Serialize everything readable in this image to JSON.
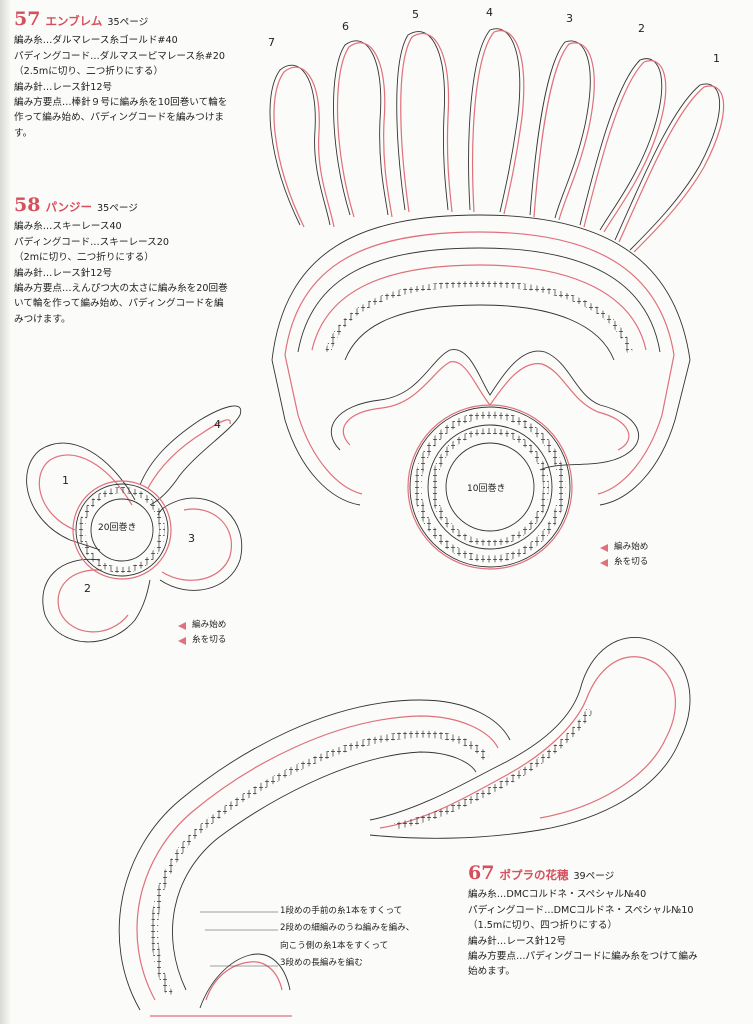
{
  "items": [
    {
      "number": "57",
      "title": "エンブレム",
      "page_ref": "35ページ",
      "lines": [
        "編み糸…ダルマレース糸ゴールド#40",
        "パディングコード…ダルマスーピマレース糸#20",
        "（2.5mに切り、二つ折りにする）",
        "編み針…レース針12号",
        "編み方要点…棒針９号に編み糸を10回巻いて輪を",
        "作って編み始め、パディングコードを編みつけま",
        "す。"
      ]
    },
    {
      "number": "58",
      "title": "パンジー",
      "page_ref": "35ページ",
      "lines": [
        "編み糸…スキーレース40",
        "パディングコード…スキーレース20",
        "（2mに切り、二つ折りにする）",
        "編み針…レース針12号",
        "編み方要点…えんぴつ大の太さに編み糸を20回巻",
        "いて輪を作って編み始め、パディングコードを編",
        "みつけます。"
      ]
    },
    {
      "number": "67",
      "title": "ポプラの花穂",
      "page_ref": "39ページ",
      "lines": [
        "編み糸…DMCコルドネ・スペシャル№40",
        "パディングコード…DMCコルドネ・スペシャル№10",
        "（1.5mに切り、四つ折りにする）",
        "編み針…レース針12号",
        "編み方要点…パディングコードに編み糸をつけて編み",
        "始めます。"
      ]
    }
  ],
  "emblem_diagram": {
    "petal_numbers": [
      "1",
      "2",
      "3",
      "4",
      "5",
      "6",
      "7"
    ],
    "center_label": "10回巻き",
    "legend": {
      "start": "編み始め",
      "cut": "糸を切る"
    }
  },
  "pansy_diagram": {
    "petal_numbers": [
      "1",
      "2",
      "3",
      "4"
    ],
    "center_label": "20回巻き",
    "legend": {
      "start": "編み始め",
      "cut": "糸を切る"
    }
  },
  "poplar_callouts": [
    "1段めの手前の糸1本をすくって",
    "2段めの細編みのうね編みを編み、",
    "向こう側の糸1本をすくって",
    "3段めの長編みを編む"
  ],
  "colors": {
    "accent": "#d5505d",
    "pink_line": "#e0707a",
    "ink": "#222222"
  }
}
